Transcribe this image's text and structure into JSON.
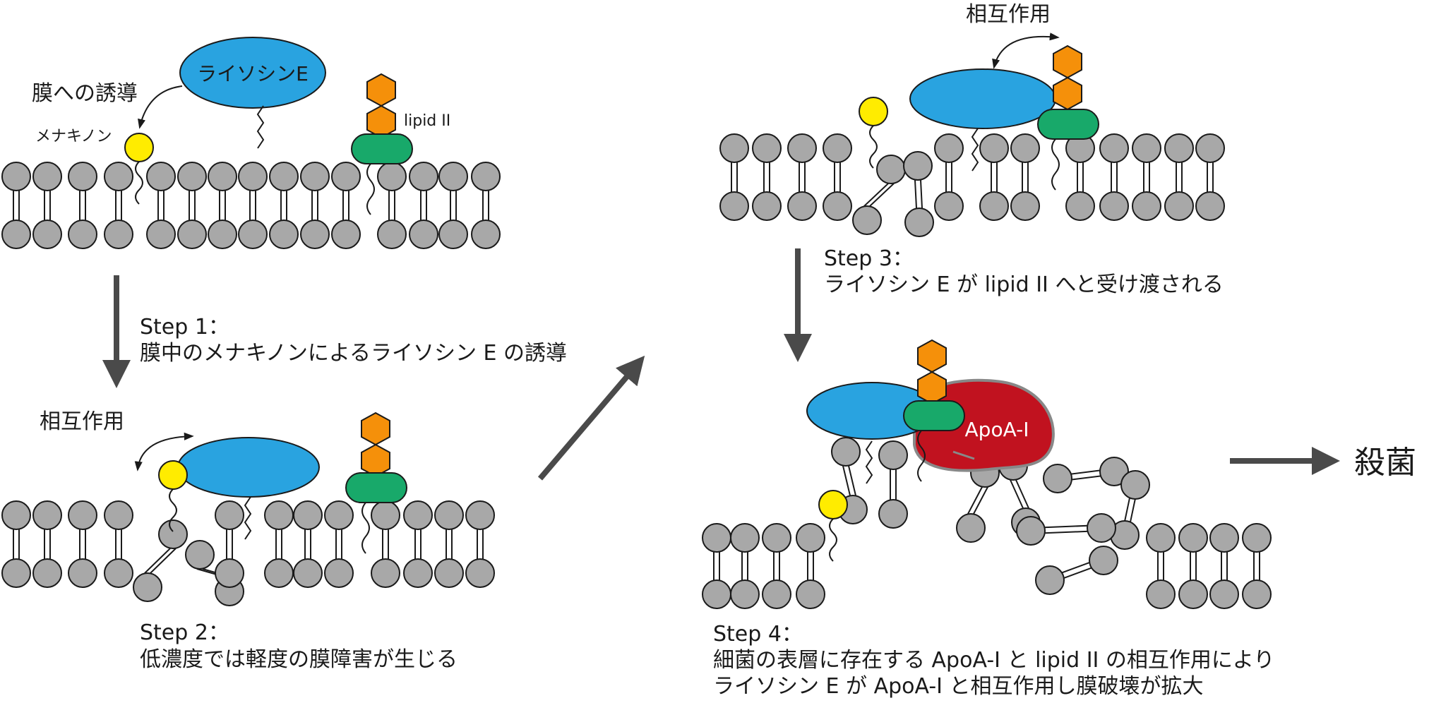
{
  "labels": {
    "membrane_induction": "膜への誘導",
    "menaquinone": "メナキノン",
    "lysocin_e": "ライソシンE",
    "lipid_ii": "lipid II",
    "interaction_1": "相互作用",
    "interaction_2": "相互作用",
    "apoa1": "ApoA-I",
    "bactericidal": "殺菌"
  },
  "steps": [
    {
      "title": "Step 1：",
      "lines": [
        "膜中のメナキノンによるライソシン E の誘導"
      ]
    },
    {
      "title": "Step 2：",
      "lines": [
        "低濃度では軽度の膜障害が生じる"
      ]
    },
    {
      "title": "Step 3：",
      "lines": [
        "ライソシン E が lipid II へと受け渡される"
      ]
    },
    {
      "title": "Step 4：",
      "lines": [
        "細菌の表層に存在する ApoA-I と lipid II の相互作用により",
        "ライソシン E が ApoA-I と相互作用し膜破壊が拡大"
      ]
    }
  ],
  "colors": {
    "lysocin": "#29a3e0",
    "menaquinone": "#ffec00",
    "lipid_ii_anchor": "#18a96a",
    "lipid_ii_sugar": "#f5900a",
    "apoa1": "#c1121f",
    "lipid_head": "#a8a8a8",
    "arrow": "#4a4a4a"
  }
}
